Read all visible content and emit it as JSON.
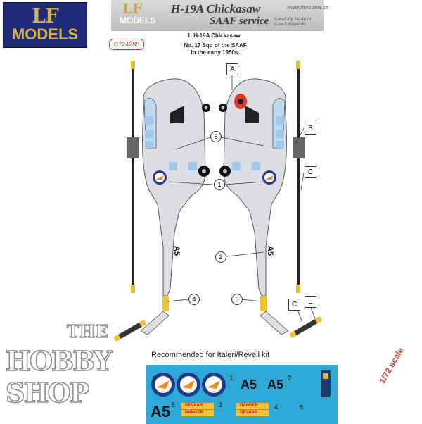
{
  "logo": {
    "lf": "LF",
    "text": "MODELS"
  },
  "banner": {
    "lf": "LF",
    "models": "MODELS",
    "title": "H-19A Chickasaw",
    "subtitle": "SAAF service",
    "url": "www.lfmodels.cz",
    "made": "Carefully Made in Czech Republic"
  },
  "code": "C724285",
  "caption": {
    "line1": "1. H-19A Chickasaw",
    "line2": "No. 17 Sqd of the SAAF",
    "line3": "in the early 1950s."
  },
  "callouts": {
    "a": "A",
    "b": "B",
    "c": "C",
    "c2": "C",
    "e": "E",
    "n1": "1",
    "n2": "2",
    "n3": "3",
    "n4": "4",
    "n6": "6"
  },
  "serial": "A5",
  "recommend": "Recommended for Italeri/Revell kit",
  "scale": "1/72 scale",
  "watermark": {
    "line1": "THE",
    "line2": "HOBBY SHOP"
  },
  "sheet": {
    "code1": "A5",
    "code2": "A5",
    "code3": "A5",
    "n5": "5",
    "n3": "3",
    "n4": "4",
    "n6": "6",
    "gevaar": "GEVAAR",
    "danger": "DANGER"
  },
  "colors": {
    "navy": "#1f2a78",
    "gold": "#d4b24a",
    "fuselage": "#dcdde2",
    "yellow": "#f2c230",
    "roundel_blue": "#1f3a8a",
    "roundel_orange": "#f08a1c",
    "sheet_blue": "#2ea8d6"
  }
}
